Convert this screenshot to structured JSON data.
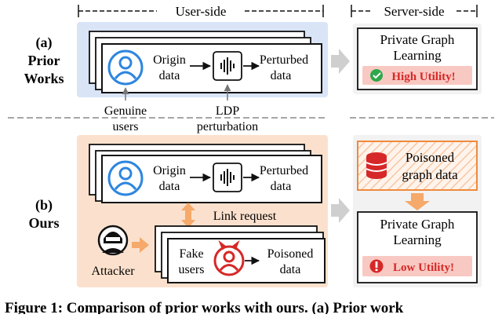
{
  "header": {
    "user_side": "User-side",
    "server_side": "Server-side"
  },
  "prior": {
    "label_a": "(a)",
    "label_line1": "Prior",
    "label_line2": "Works",
    "origin_line1": "Origin",
    "origin_line2": "data",
    "perturbed_line1": "Perturbed",
    "perturbed_line2": "data",
    "server_title_line1": "Private Graph",
    "server_title_line2": "Learning",
    "utility_text": "High Utility!",
    "utility_icon": "check-circle-icon"
  },
  "middle": {
    "genuine_line1": "Genuine",
    "genuine_line2": "users",
    "ldp_line1": "LDP",
    "ldp_line2": "perturbation"
  },
  "ours": {
    "label_b": "(b)",
    "label_text": "Ours",
    "origin_line1": "Origin",
    "origin_line2": "data",
    "perturbed_line1": "Perturbed",
    "perturbed_line2": "data",
    "link_request": "Link request",
    "attacker": "Attacker",
    "fake_line1": "Fake",
    "fake_line2": "users",
    "poisoned_line1": "Poisoned",
    "poisoned_line2": "data",
    "poisoned_graph_line1": "Poisoned",
    "poisoned_graph_line2": "graph data",
    "server_title_line1": "Private Graph",
    "server_title_line2": "Learning",
    "utility_text": "Low Utility!",
    "utility_icon": "exclamation-circle-icon"
  },
  "caption": "Figure 1: Comparison of prior works with ours. (a) Prior work",
  "colors": {
    "user_blue": "#2e86de",
    "attacker_red": "#d62828",
    "prior_panel": "#d9e4f7",
    "ours_panel": "#fbe1cd",
    "high_green": "#2ea84a",
    "arrow_grey": "#cfcfcf"
  }
}
